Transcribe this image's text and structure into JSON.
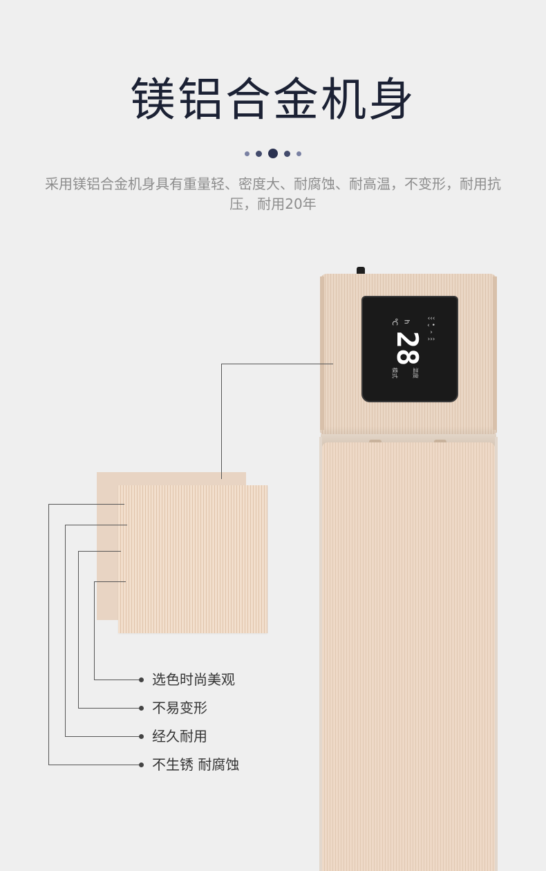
{
  "header": {
    "title": "镁铝合金机身",
    "description": "采用镁铝合金机身具有重量轻、密度大、耐腐蚀、耐高温，不变形，耐用抗压，耐用20年"
  },
  "display": {
    "temperature": "28",
    "unit": "℃",
    "mode_letter": "h",
    "chevrons": "‹‹‹ ‹ • › ›››",
    "label_left": "模式",
    "label_right": "温度"
  },
  "features": [
    {
      "label": "选色时尚美观"
    },
    {
      "label": "不易变形"
    },
    {
      "label": "经久耐用"
    },
    {
      "label": "不生锈 耐腐蚀"
    }
  ],
  "colors": {
    "background": "#efefef",
    "title": "#1b2134",
    "body_champagne": "#eed9c7"
  }
}
